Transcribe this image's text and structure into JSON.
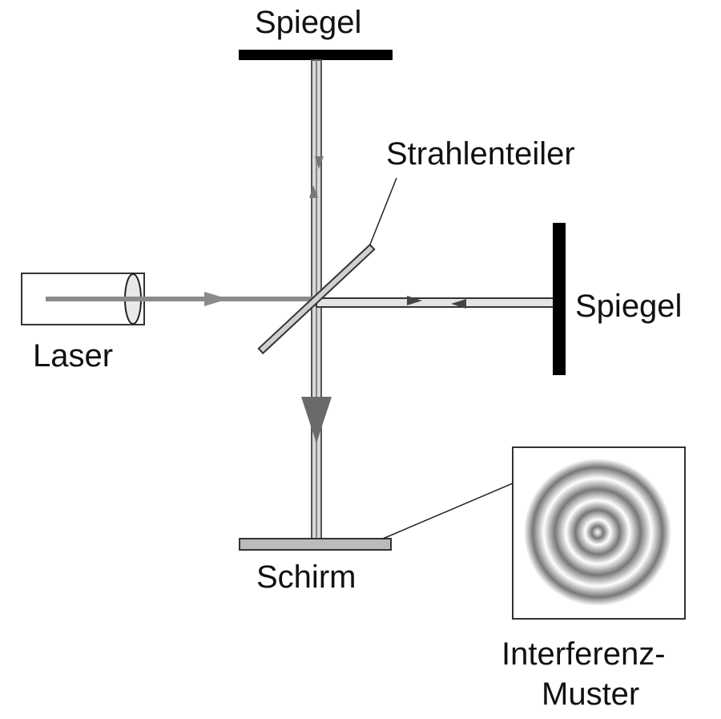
{
  "labels": {
    "top_mirror": "Spiegel",
    "right_mirror": "Spiegel",
    "beam_splitter": "Strahlenteiler",
    "laser": "Laser",
    "screen": "Schirm",
    "pattern_line1": "Interferenz-",
    "pattern_line2": "Muster"
  },
  "colors": {
    "beam_fill": "#d8d8d8",
    "beam_edge": "#555555",
    "mirror": "#000000",
    "laser_beam": "#8a8a8a"
  }
}
